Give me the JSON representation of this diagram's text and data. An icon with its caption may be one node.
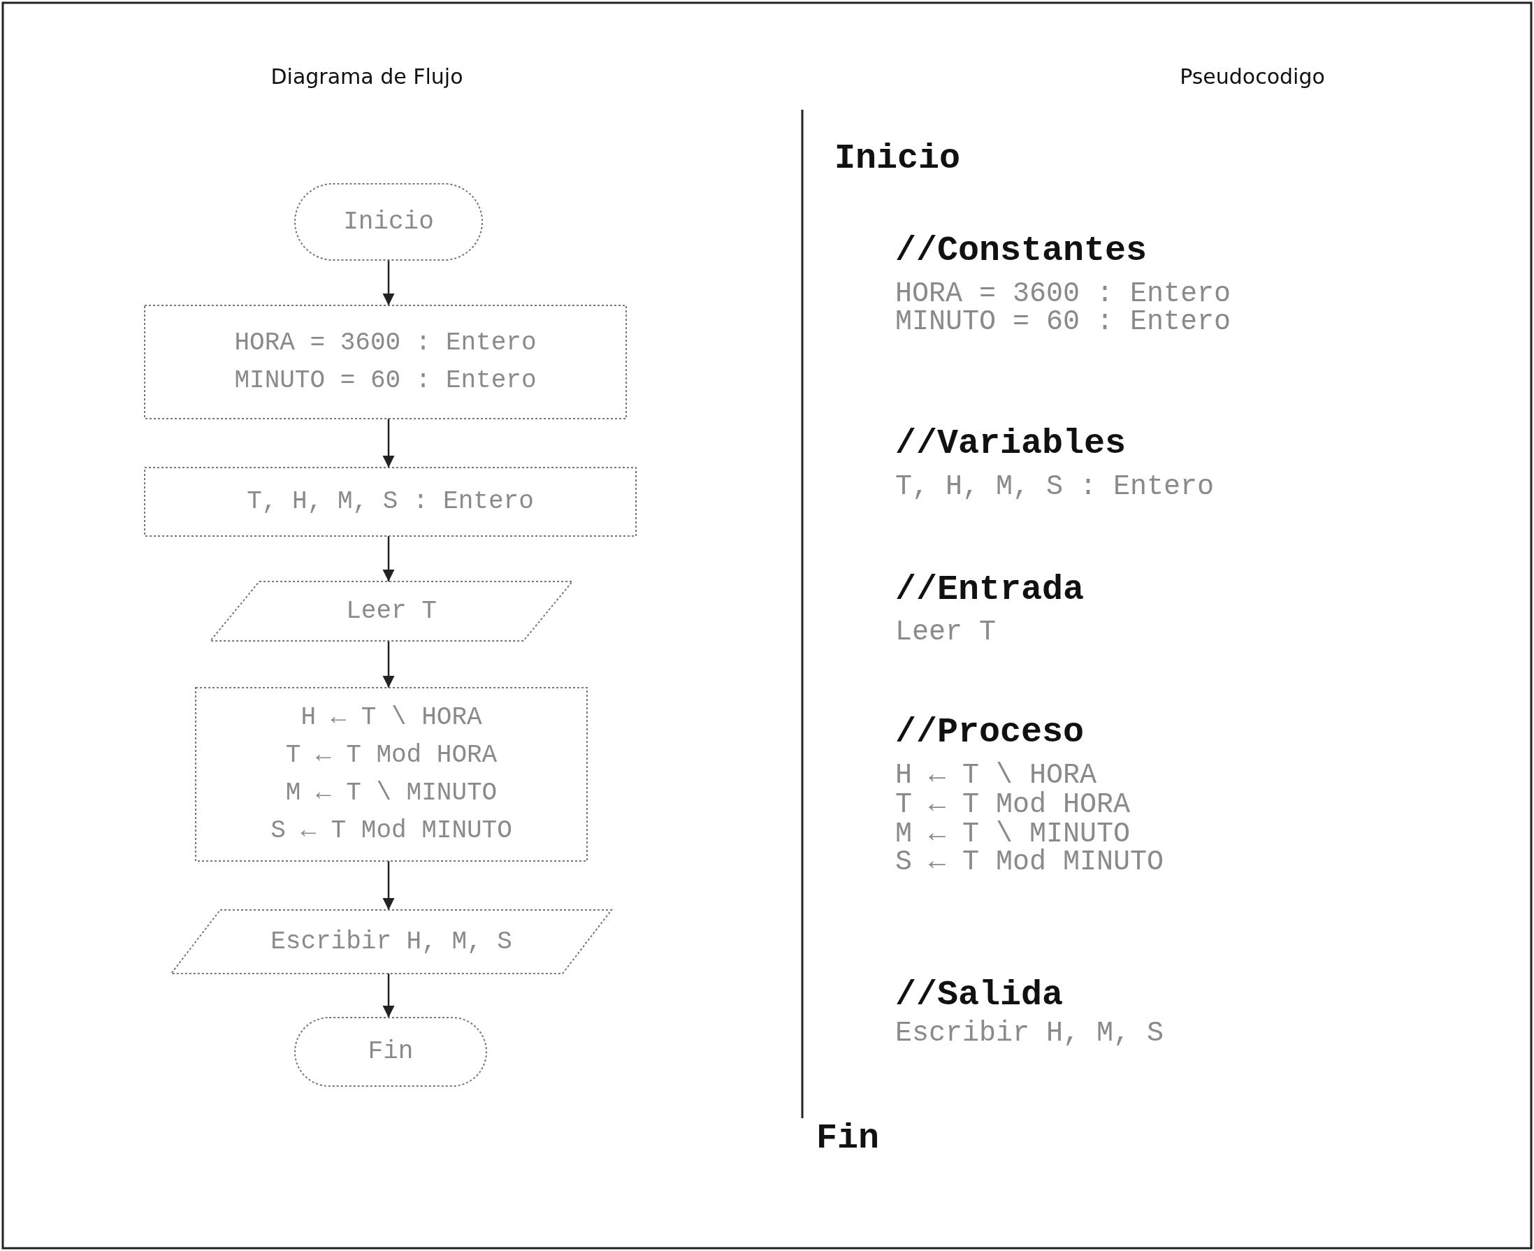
{
  "diagram": {
    "nodes": [
      {
        "text": [
          "Inicio"
        ]
      },
      {
        "text": [
          "HORA = 3600 : Entero",
          "MINUTO = 60 : Entero"
        ]
      },
      {
        "text": [
          "T, H, M, S : Entero"
        ]
      },
      {
        "text": [
          "Leer T"
        ]
      },
      {
        "text": [
          "H ← T \\ HORA",
          "T ← T Mod HORA",
          "M ← T \\ MINUTO",
          "S ← T Mod MINUTO"
        ]
      },
      {
        "text": [
          "Escribir H, M, S"
        ]
      },
      {
        "text": [
          "Fin"
        ]
      }
    ],
    "edges": [
      {
        "from": 0,
        "to": 1,
        "arrow": "to"
      },
      {
        "from": 1,
        "to": 2,
        "arrow": "to"
      },
      {
        "from": 2,
        "to": 3,
        "arrow": "to"
      },
      {
        "from": 3,
        "to": 4,
        "arrow": "to"
      },
      {
        "from": 4,
        "to": 5,
        "arrow": "to"
      },
      {
        "from": 5,
        "to": 6,
        "arrow": "to"
      }
    ],
    "labels": [
      "Diagrama de Flujo",
      "Pseudocodigo",
      "Inicio",
      "//Constantes",
      "HORA = 3600 : Entero",
      "MINUTO = 60 : Entero",
      "//Variables",
      "T, H, M, S : Entero",
      "//Entrada",
      "Leer T",
      "//Proceso",
      "H ← T \\ HORA",
      "T ← T Mod HORA",
      "M ← T \\ MINUTO",
      "S ← T Mod MINUTO",
      "//Salida",
      "Escribir H, M, S",
      "Fin"
    ]
  }
}
